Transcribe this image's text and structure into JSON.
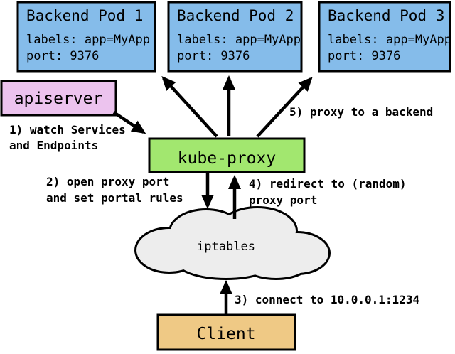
{
  "nodes": {
    "pods": [
      {
        "title": "Backend Pod 1",
        "labels": "labels: app=MyApp",
        "port": "port: 9376"
      },
      {
        "title": "Backend Pod 2",
        "labels": "labels: app=MyApp",
        "port": "port: 9376"
      },
      {
        "title": "Backend Pod 3",
        "labels": "labels: app=MyApp",
        "port": "port: 9376"
      }
    ],
    "apiserver": {
      "label": "apiserver"
    },
    "kube_proxy": {
      "label": "kube-proxy"
    },
    "iptables": {
      "label": "iptables"
    },
    "client": {
      "label": "Client"
    }
  },
  "annotations": {
    "step1": {
      "line1": "1) watch Services",
      "line2": "and Endpoints"
    },
    "step2": {
      "line1": "2) open proxy port",
      "line2": "and set portal rules"
    },
    "step3": {
      "line1": "3) connect to 10.0.0.1:1234"
    },
    "step4": {
      "line1": "4) redirect to (random)",
      "line2": "proxy port"
    },
    "step5": {
      "line1": "5) proxy to a backend"
    }
  },
  "colors": {
    "pod_fill": "#85BCEA",
    "apiserver_fill": "#ECC3EE",
    "kube_proxy_fill": "#A2E76F",
    "client_fill": "#EFC985",
    "cloud_fill": "#EDEDED",
    "stroke": "#000000",
    "background": "#FFFFFF"
  }
}
